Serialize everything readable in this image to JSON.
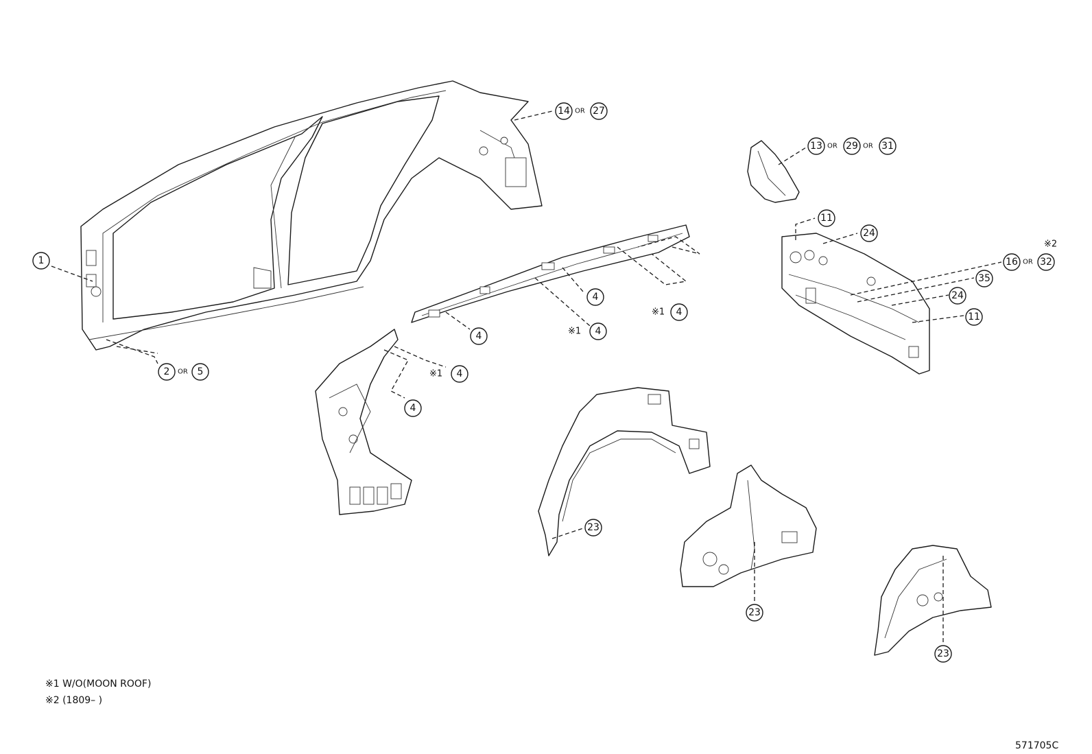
{
  "callouts": [
    {
      "id": "c1",
      "num": "1"
    },
    {
      "id": "c2",
      "num": "2",
      "or": "OR"
    },
    {
      "id": "c5",
      "num": "5"
    },
    {
      "id": "c14",
      "num": "14",
      "or": "OR"
    },
    {
      "id": "c27",
      "num": "27"
    },
    {
      "id": "c13",
      "num": "13",
      "or": "OR"
    },
    {
      "id": "c29",
      "num": "29",
      "or": "OR"
    },
    {
      "id": "c31",
      "num": "31"
    },
    {
      "id": "c11a",
      "num": "11"
    },
    {
      "id": "c24a",
      "num": "24"
    },
    {
      "id": "c16",
      "num": "16",
      "or": "OR",
      "mark": "※2"
    },
    {
      "id": "c32",
      "num": "32"
    },
    {
      "id": "c35",
      "num": "35"
    },
    {
      "id": "c24b",
      "num": "24"
    },
    {
      "id": "c11b",
      "num": "11"
    },
    {
      "id": "c4a",
      "num": "4"
    },
    {
      "id": "c4b",
      "num": "4",
      "mark": "※1"
    },
    {
      "id": "c4c",
      "num": "4"
    },
    {
      "id": "c4d",
      "num": "4",
      "mark": "※1"
    },
    {
      "id": "c4e",
      "num": "4",
      "mark": "※1"
    },
    {
      "id": "c4f",
      "num": "4"
    },
    {
      "id": "c23a",
      "num": "23"
    },
    {
      "id": "c23b",
      "num": "23"
    },
    {
      "id": "c23c",
      "num": "23"
    }
  ],
  "notes": [
    {
      "id": "n1",
      "text": "※1 W/O(MOON ROOF)"
    },
    {
      "id": "n2",
      "text": "※2 (1809–       )"
    }
  ],
  "diagram_code": "571705C"
}
